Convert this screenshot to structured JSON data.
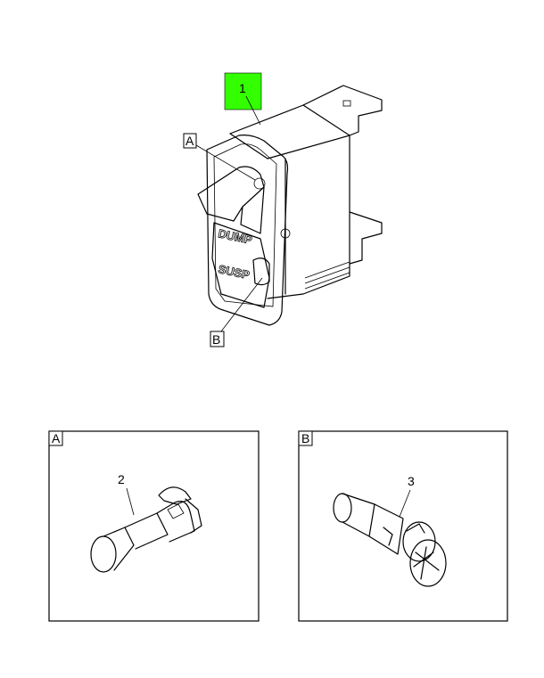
{
  "callouts": {
    "item1": "1",
    "item2": "2",
    "item3": "3",
    "detailA": "A",
    "detailB": "B"
  },
  "rocker_legends": {
    "upper": "DUMP",
    "lower": "SUSP"
  },
  "colors": {
    "callout_highlight": "#33ff00",
    "line": "#000000",
    "background": "#ffffff"
  }
}
